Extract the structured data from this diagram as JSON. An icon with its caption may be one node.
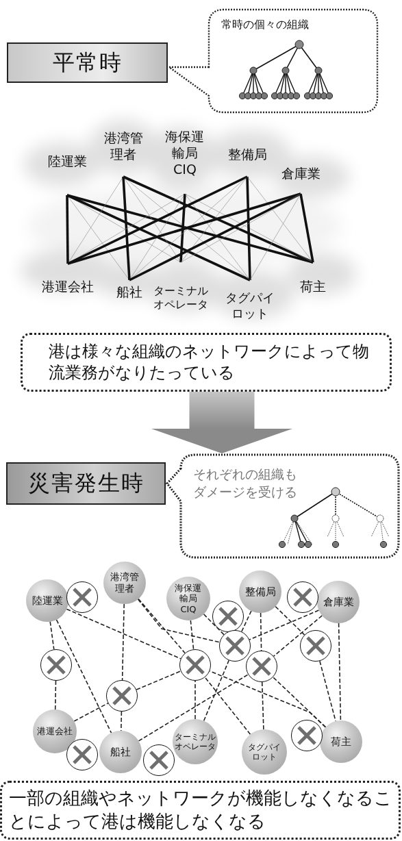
{
  "diagram": {
    "nodes": [
      {
        "text": [
          "平常時"
        ]
      },
      {
        "text": [
          "常時の個々の組織"
        ]
      },
      {
        "text": [
          "陸運業"
        ]
      },
      {
        "text": [
          "港湾管理者"
        ]
      },
      {
        "text": [
          "海保運輸局CIQ"
        ]
      },
      {
        "text": [
          "整備局"
        ]
      },
      {
        "text": [
          "倉庫業"
        ]
      },
      {
        "text": [
          "港運会社"
        ]
      },
      {
        "text": [
          "船社"
        ]
      },
      {
        "text": [
          "ターミナルオペレータ"
        ]
      },
      {
        "text": [
          "タグパイロット"
        ]
      },
      {
        "text": [
          "荷主"
        ]
      },
      {
        "text": [
          "港は様々な組織のネットワークによって物流業務がなりたっている"
        ]
      },
      {
        "text": [
          "災害発生時"
        ]
      },
      {
        "text": [
          "それぞれの組織もダメージを受ける"
        ]
      },
      {
        "text": [
          "陸運業"
        ]
      },
      {
        "text": [
          "港湾管理者"
        ]
      },
      {
        "text": [
          "海保運輸局CIQ"
        ]
      },
      {
        "text": [
          "整備局"
        ]
      },
      {
        "text": [
          "倉庫業"
        ]
      },
      {
        "text": [
          "港運会社"
        ]
      },
      {
        "text": [
          "船社"
        ]
      },
      {
        "text": [
          "ターミナルオペレータ"
        ]
      },
      {
        "text": [
          "タグパイロット"
        ]
      },
      {
        "text": [
          "荷主"
        ]
      },
      {
        "text": [],
        "shape": "circle"
      },
      {
        "text": [],
        "shape": "circle"
      },
      {
        "text": [],
        "shape": "circle"
      },
      {
        "text": [],
        "shape": "circle"
      },
      {
        "text": [],
        "shape": "circle"
      },
      {
        "text": [],
        "shape": "circle"
      },
      {
        "text": [],
        "shape": "circle"
      },
      {
        "text": [],
        "shape": "circle"
      },
      {
        "text": [],
        "shape": "circle"
      },
      {
        "text": [],
        "shape": "circle"
      },
      {
        "text": [],
        "shape": "circle"
      },
      {
        "text": [],
        "shape": "circle"
      },
      {
        "text": [
          "一部の組織やネットワークが機能しなくなることによって港は機能しなくなる"
        ]
      }
    ],
    "edges": [
      {
        "from": 2,
        "to": 7,
        "arrow": "none",
        "style": "thick"
      },
      {
        "from": 2,
        "to": 8,
        "arrow": "none",
        "color": "#888888"
      },
      {
        "from": 2,
        "to": 9,
        "arrow": "none",
        "color": "#888888"
      },
      {
        "from": 2,
        "to": 10,
        "arrow": "none",
        "style": "thick"
      },
      {
        "from": 2,
        "to": 11,
        "arrow": "none",
        "style": "thick"
      },
      {
        "from": 3,
        "to": 7,
        "arrow": "none",
        "color": "#888888"
      },
      {
        "from": 3,
        "to": 8,
        "arrow": "none",
        "style": "thick"
      },
      {
        "from": 3,
        "to": 9,
        "arrow": "none",
        "color": "#888888"
      },
      {
        "from": 3,
        "to": 10,
        "arrow": "none",
        "color": "#888888"
      },
      {
        "from": 3,
        "to": 11,
        "arrow": "none",
        "style": "thick"
      },
      {
        "from": 4,
        "to": 7,
        "arrow": "none",
        "color": "#888888"
      },
      {
        "from": 4,
        "to": 8,
        "arrow": "none",
        "color": "#888888"
      },
      {
        "from": 4,
        "to": 9,
        "arrow": "none",
        "style": "thick"
      },
      {
        "from": 4,
        "to": 10,
        "arrow": "none",
        "color": "#888888"
      },
      {
        "from": 4,
        "to": 11,
        "arrow": "none",
        "color": "#888888"
      },
      {
        "from": 5,
        "to": 7,
        "arrow": "none",
        "style": "thick"
      },
      {
        "from": 5,
        "to": 8,
        "arrow": "none",
        "color": "#888888"
      },
      {
        "from": 5,
        "to": 9,
        "arrow": "none",
        "color": "#888888"
      },
      {
        "from": 5,
        "to": 10,
        "arrow": "none",
        "style": "thick"
      },
      {
        "from": 5,
        "to": 11,
        "arrow": "none",
        "color": "#888888"
      },
      {
        "from": 6,
        "to": 7,
        "arrow": "none",
        "style": "thick"
      },
      {
        "from": 6,
        "to": 8,
        "arrow": "none",
        "style": "thick"
      },
      {
        "from": 6,
        "to": 9,
        "arrow": "none",
        "color": "#888888"
      },
      {
        "from": 6,
        "to": 10,
        "arrow": "none",
        "color": "#888888"
      },
      {
        "from": 6,
        "to": 11,
        "arrow": "none",
        "style": "thick"
      },
      {
        "from": 12,
        "to": 14,
        "arrow": "to",
        "style": "thick"
      },
      {
        "from": 15,
        "to": 30,
        "arrow": "none",
        "style": "dashed"
      },
      {
        "from": 30,
        "to": 20,
        "arrow": "none",
        "style": "dashed"
      },
      {
        "from": 15,
        "to": 21,
        "arrow": "none",
        "style": "dashed"
      },
      {
        "from": 15,
        "to": 31,
        "arrow": "none",
        "style": "dashed"
      },
      {
        "from": 16,
        "to": 33,
        "arrow": "none",
        "style": "dashed"
      },
      {
        "from": 33,
        "to": 21,
        "arrow": "none",
        "style": "dashed"
      },
      {
        "from": 16,
        "to": 31,
        "arrow": "none",
        "style": "dashed"
      },
      {
        "from": 16,
        "to": 28,
        "arrow": "none",
        "style": "dashed"
      },
      {
        "from": 17,
        "to": 31,
        "arrow": "none",
        "style": "dashed"
      },
      {
        "from": 17,
        "to": 28,
        "arrow": "none",
        "style": "dashed"
      },
      {
        "from": 18,
        "to": 28,
        "arrow": "none",
        "style": "dashed"
      },
      {
        "from": 18,
        "to": 32,
        "arrow": "none",
        "style": "dashed"
      },
      {
        "from": 18,
        "to": 29,
        "arrow": "none",
        "style": "dashed"
      },
      {
        "from": 19,
        "to": 24,
        "arrow": "none",
        "style": "dashed"
      },
      {
        "from": 19,
        "to": 28,
        "arrow": "none",
        "style": "dashed"
      },
      {
        "from": 19,
        "to": 32,
        "arrow": "none",
        "style": "dashed"
      },
      {
        "from": 33,
        "to": 31,
        "arrow": "none",
        "style": "dashed"
      },
      {
        "from": 20,
        "to": 33,
        "arrow": "none",
        "style": "dashed"
      },
      {
        "from": 21,
        "to": 32,
        "arrow": "none",
        "style": "dashed"
      },
      {
        "from": 22,
        "to": 31,
        "arrow": "none",
        "style": "dashed"
      },
      {
        "from": 22,
        "to": 28,
        "arrow": "none",
        "style": "dashed"
      },
      {
        "from": 23,
        "to": 32,
        "arrow": "none",
        "style": "dashed"
      },
      {
        "from": 23,
        "to": 31,
        "arrow": "none",
        "style": "dashed"
      },
      {
        "from": 24,
        "to": 31,
        "arrow": "none",
        "style": "dashed"
      },
      {
        "from": 24,
        "to": 32,
        "arrow": "none",
        "style": "dashed"
      },
      {
        "from": 29,
        "to": 24,
        "arrow": "none",
        "style": "dashed"
      }
    ]
  }
}
